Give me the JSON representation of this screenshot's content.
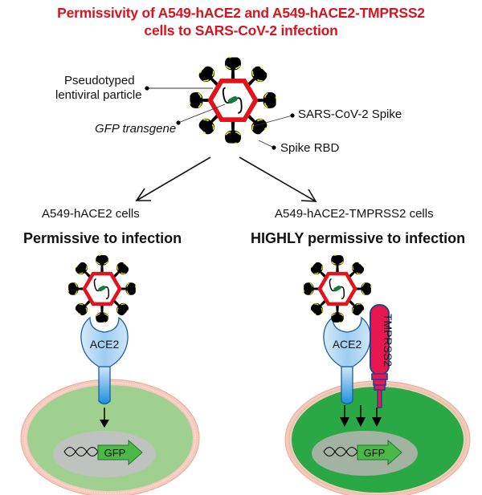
{
  "title": {
    "line1": "Permissivity of A549-hACE2 and A549-hACE2-TMPRSS2",
    "line2": "cells to SARS-CoV-2 infection"
  },
  "particle_labels": {
    "pseudotyped_line1": "Pseudotyped",
    "pseudotyped_line2": "lentiviral particle",
    "gfp_transgene": "GFP transgene",
    "spike": "SARS-CoV-2 Spike",
    "spike_rbd": "Spike RBD"
  },
  "panels": [
    {
      "cell_label": "A549-hACE2 cells",
      "outcome": "Permissive to infection",
      "receptor_label": "ACE2",
      "gene_label": "GFP",
      "cytoplasm_color": "#9fd08f",
      "signal_arrows": 1
    },
    {
      "cell_label": "A549-hACE2-TMPRSS2 cells",
      "outcome": "HIGHLY permissive to infection",
      "receptor_label": "ACE2",
      "protease_label": "TMPRSS2",
      "gene_label": "GFP",
      "cytoplasm_color": "#2aa845",
      "signal_arrows": 3
    }
  ],
  "colors": {
    "title": "#d7141f",
    "capsid": "#e3131b",
    "spike": "#000000",
    "rbd": "#f3e600",
    "gfp_gene": "#4cb848",
    "receptor": "#5aaee6",
    "protease": "#e8174f",
    "membrane": "#f0b9a8",
    "nucleus": "#bfc3c0"
  }
}
